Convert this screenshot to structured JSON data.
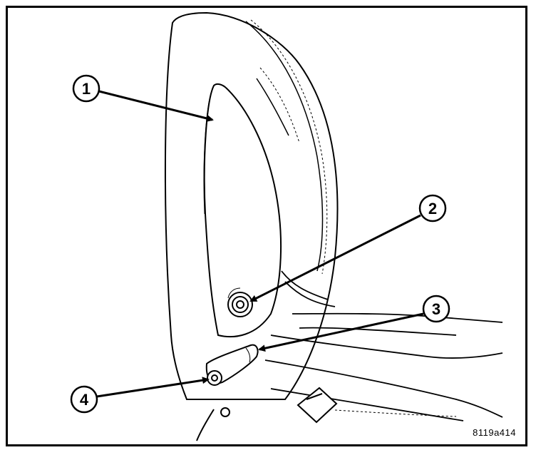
{
  "figure": {
    "id": "8119a414",
    "stroke_color": "#000000",
    "fill_color": "#ffffff"
  },
  "callouts": [
    {
      "number": "1"
    },
    {
      "number": "2"
    },
    {
      "number": "3"
    },
    {
      "number": "4"
    }
  ]
}
